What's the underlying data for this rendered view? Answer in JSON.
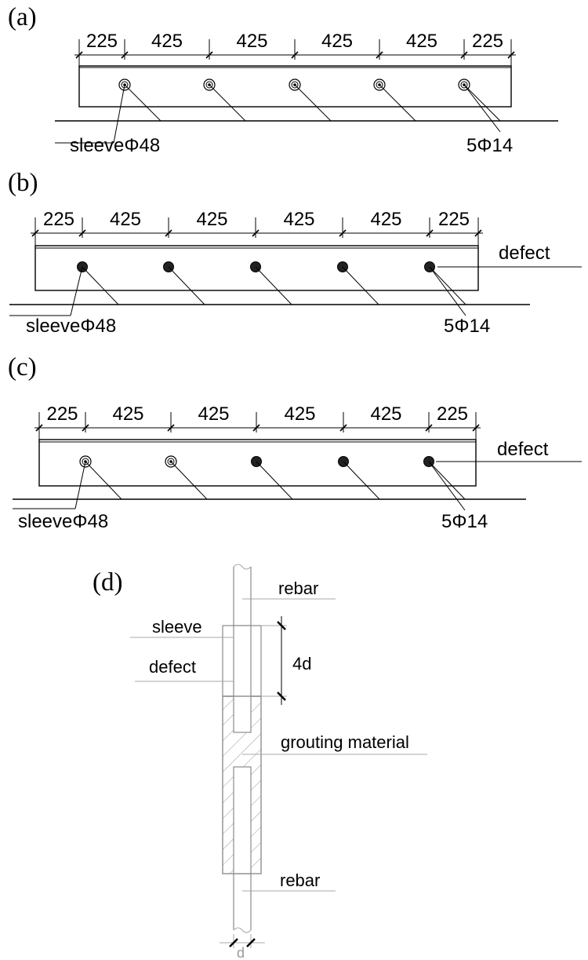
{
  "panels": [
    {
      "id": "a",
      "label": "(a)",
      "dims": [
        "225",
        "425",
        "425",
        "425",
        "425",
        "225"
      ],
      "sleeve_label": "sleeveΦ48",
      "rebar_label": "5Φ14",
      "defect_label": "",
      "bar_states": [
        "sleeve",
        "sleeve",
        "sleeve",
        "sleeve",
        "sleeve"
      ]
    },
    {
      "id": "b",
      "label": "(b)",
      "dims": [
        "225",
        "425",
        "425",
        "425",
        "425",
        "225"
      ],
      "sleeve_label": "sleeveΦ48",
      "rebar_label": "5Φ14",
      "defect_label": "defect",
      "bar_states": [
        "defect",
        "defect",
        "defect",
        "defect",
        "defect"
      ]
    },
    {
      "id": "c",
      "label": "(c)",
      "dims": [
        "225",
        "425",
        "425",
        "425",
        "425",
        "225"
      ],
      "sleeve_label": "sleeveΦ48",
      "rebar_label": "5Φ14",
      "defect_label": "defect",
      "bar_states": [
        "sleeve",
        "sleeve",
        "defect",
        "defect",
        "defect"
      ]
    }
  ],
  "detail": {
    "label": "(d)",
    "rebar_top": "rebar",
    "sleeve": "sleeve",
    "defect": "defect",
    "four_d": "4d",
    "grouting": "grouting material",
    "rebar_bottom": "rebar",
    "d": "d"
  },
  "colors": {
    "line": "#000000",
    "detail_line": "#8a8a8a",
    "defect_fill": "#222222"
  }
}
